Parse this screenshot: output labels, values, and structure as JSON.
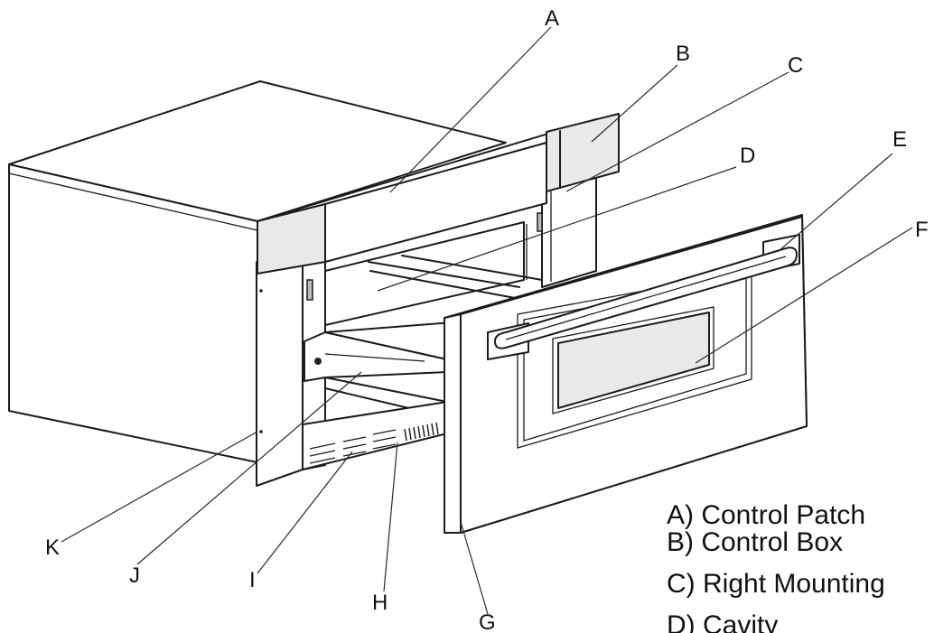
{
  "labels": [
    {
      "id": "A",
      "text": "A"
    },
    {
      "id": "B",
      "text": "B"
    },
    {
      "id": "C",
      "text": "C"
    },
    {
      "id": "D",
      "text": "D"
    },
    {
      "id": "E",
      "text": "E"
    },
    {
      "id": "F",
      "text": "F"
    },
    {
      "id": "G",
      "text": "G"
    },
    {
      "id": "H",
      "text": "H"
    },
    {
      "id": "I",
      "text": "I"
    },
    {
      "id": "J",
      "text": "J"
    },
    {
      "id": "K",
      "text": "K"
    }
  ],
  "legend": [
    "A) Control Patch",
    "B) Control Box",
    "C) Right Mounting",
    "D) Cavity"
  ]
}
